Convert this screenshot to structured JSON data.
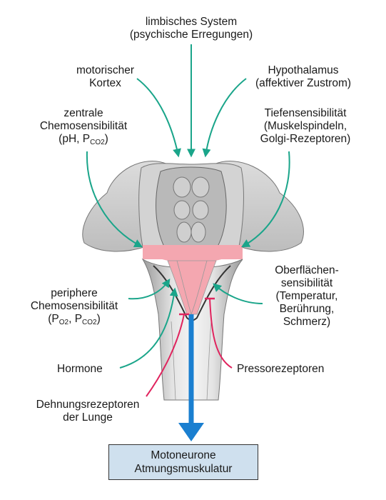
{
  "labels": {
    "limbic": [
      "limbisches System",
      "(psychische Erregungen)"
    ],
    "motor_cortex": [
      "motorischer",
      "Kortex"
    ],
    "hypothalamus": [
      "Hypothalamus",
      "(affektiver Zustrom)"
    ],
    "central_chemo": {
      "line1": "zentrale",
      "line2": "Chemosensibilität",
      "line3_pre": "(pH, P",
      "line3_sub": "CO2",
      "line3_post": ")"
    },
    "deep_sens": [
      "Tiefensensibilität",
      "(Muskelspindeln,",
      "Golgi-Rezeptoren)"
    ],
    "peripheral_chemo": {
      "line1": "periphere",
      "line2": "Chemosensibilität",
      "l3_a": "(P",
      "l3_sub1": "O2",
      "l3_b": ", P",
      "l3_sub2": "CO2",
      "l3_c": ")"
    },
    "surface_sens": [
      "Oberflächen-",
      "sensibilität",
      "(Temperatur,",
      "Berührung,",
      "Schmerz)"
    ],
    "hormones": "Hormone",
    "pressoreceptors": "Pressorezeptoren",
    "stretch_receptors": [
      "Dehnungsrezeptoren",
      "der Lunge"
    ],
    "output_box": [
      "Motoneurone",
      "Atmungsmuskulatur"
    ]
  },
  "colors": {
    "stimulatory_arrow": "#1aa58a",
    "inhibitory_arrow": "#e0245e",
    "efferent_arrow": "#1a7fd0",
    "respiratory_center": "#f4a7b0",
    "output_box_fill": "#cfe0ee",
    "brainstem_gray": "#c8c8c8"
  }
}
